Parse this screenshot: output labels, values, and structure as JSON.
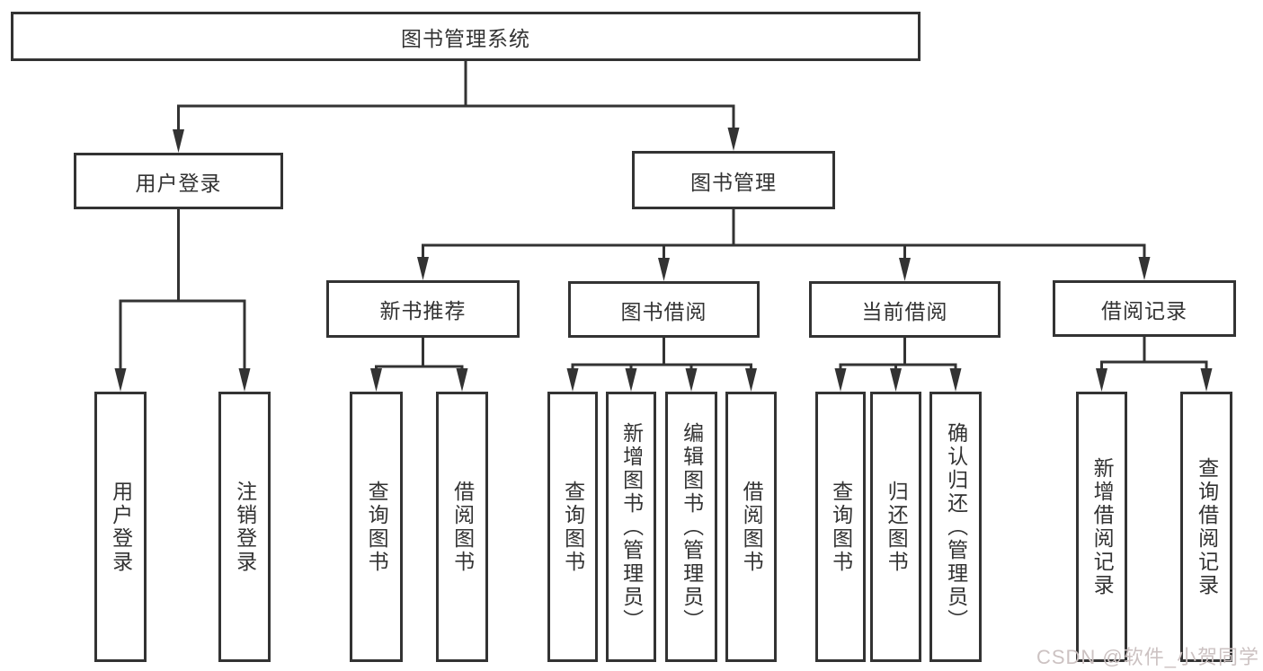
{
  "diagram_type": "hierarchy-tree",
  "tree": {
    "root": "图书管理系统",
    "branches": [
      {
        "label": "用户登录",
        "leaves": [
          "用户登录",
          "注销登录"
        ]
      },
      {
        "label": "图书管理",
        "sections": [
          {
            "label": "新书推荐",
            "leaves": [
              "查询图书",
              "借阅图书"
            ]
          },
          {
            "label": "图书借阅",
            "leaves": [
              "查询图书",
              "新增图书（管理员）",
              "编辑图书（管理员）",
              "借阅图书"
            ]
          },
          {
            "label": "当前借阅",
            "leaves": [
              "查询图书",
              "归还图书",
              "确认归还（管理员）"
            ]
          },
          {
            "label": "借阅记录",
            "leaves": [
              "新增借阅记录",
              "查询借阅记录"
            ]
          }
        ]
      }
    ]
  },
  "watermark": {
    "text": "CSDN @软件_小贺同学"
  },
  "colors": {
    "line": "#333333",
    "box_border": "#333333",
    "box_fill": "#ffffff",
    "text": "#333333",
    "watermark": "#ccc2c2"
  }
}
